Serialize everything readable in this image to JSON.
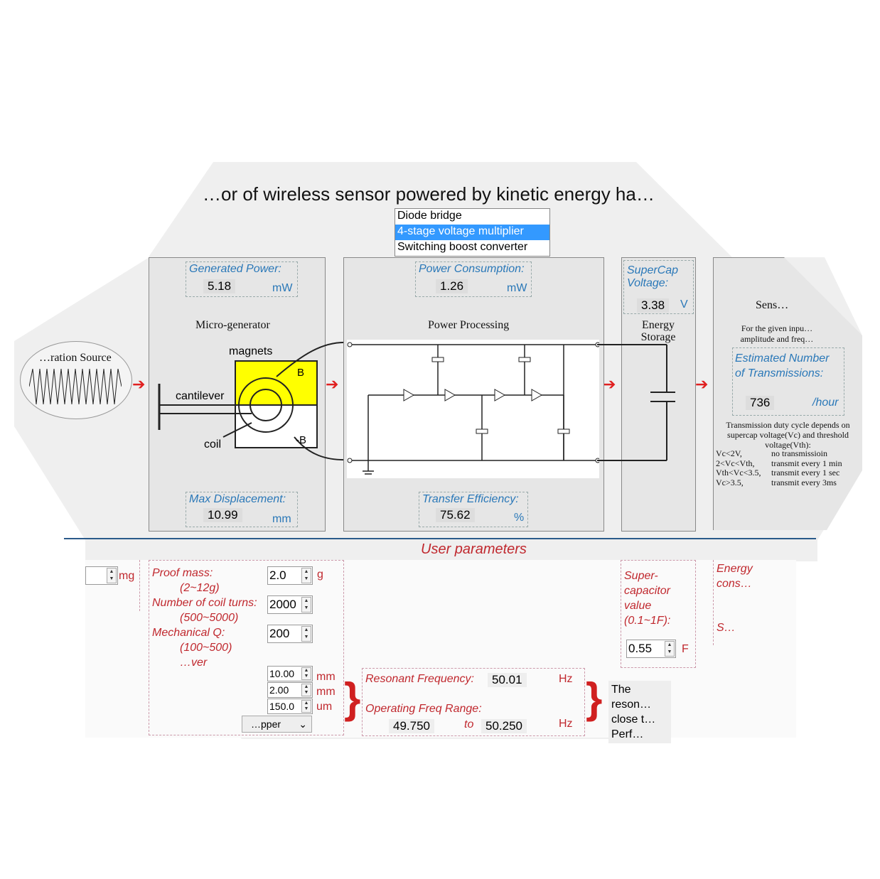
{
  "title": "…or of wireless sensor powered by kinetic energy ha…",
  "converter_dropdown": {
    "options": [
      "Diode bridge",
      "4-stage voltage multiplier",
      "Switching boost converter"
    ],
    "selected": "4-stage voltage multiplier"
  },
  "source": {
    "label": "…ration Source"
  },
  "generator": {
    "title": "Micro-generator",
    "gen_power_label": "Generated Power:",
    "gen_power": "5.18",
    "gen_power_unit": "mW",
    "magnets": "magnets",
    "cantilever": "cantilever",
    "coil": "coil",
    "pole_b": "B",
    "pole_nb": "-B",
    "max_disp_label": "Max Displacement:",
    "max_disp": "10.99",
    "max_disp_unit": "mm"
  },
  "processing": {
    "title": "Power Processing",
    "consumption_label": "Power Consumption:",
    "consumption": "1.26",
    "consumption_unit": "mW",
    "efficiency_label": "Transfer Efficiency:",
    "efficiency": "75.62",
    "efficiency_unit": "%"
  },
  "storage": {
    "title": "Energy Storage",
    "voltage_label": "SuperCap Voltage:",
    "voltage": "3.38",
    "voltage_unit": "V"
  },
  "sensor": {
    "title": "Sens…",
    "desc": "For the given inpu… amplitude and freq…",
    "est_label": "Estimated Number of Transmissions:",
    "est": "736",
    "est_unit": "/hour",
    "duty_text": "Transmission duty cycle depends on supercap voltage(Vc) and threshold voltage(Vth):",
    "rules": [
      [
        "Vc<2V,",
        "no transmissioin"
      ],
      [
        "2<Vc<Vth,",
        "transmit every 1 min"
      ],
      [
        "Vth<Vc<3.5,",
        "transmit every 1 sec"
      ],
      [
        "Vc>3.5,",
        "transmit every 3ms"
      ]
    ]
  },
  "user_params": {
    "title": "User parameters",
    "accel_unit": "mg",
    "proof_mass_label": "Proof mass:",
    "proof_mass_range": "(2~12g)",
    "proof_mass": "2.0",
    "proof_mass_unit": "g",
    "coil_label": "Number of coil turns:",
    "coil_range": "(500~5000)",
    "coil": "2000",
    "q_label": "Mechanical Q:",
    "q_range": "(100~500)",
    "q": "200",
    "cant_label": "…ver",
    "dim1": "10.00",
    "dim1_unit": "mm",
    "dim2": "2.00",
    "dim2_unit": "mm",
    "dim3": "150.0",
    "dim3_unit": "um",
    "material": "…pper",
    "res_label": "Resonant Frequency:",
    "res": "50.01",
    "res_unit": "Hz",
    "range_label": "Operating Freq Range:",
    "range_from": "49.750",
    "range_to_label": "to",
    "range_to": "50.250",
    "range_unit": "Hz",
    "note": [
      "The reson…",
      "close t…",
      "Perf…"
    ],
    "supercap_label": "Super-capacitor value (0.1~1F):",
    "supercap": "0.55",
    "supercap_unit": "F",
    "energy_label": "Energy cons… transmissi…",
    "energy_s": "S…"
  }
}
